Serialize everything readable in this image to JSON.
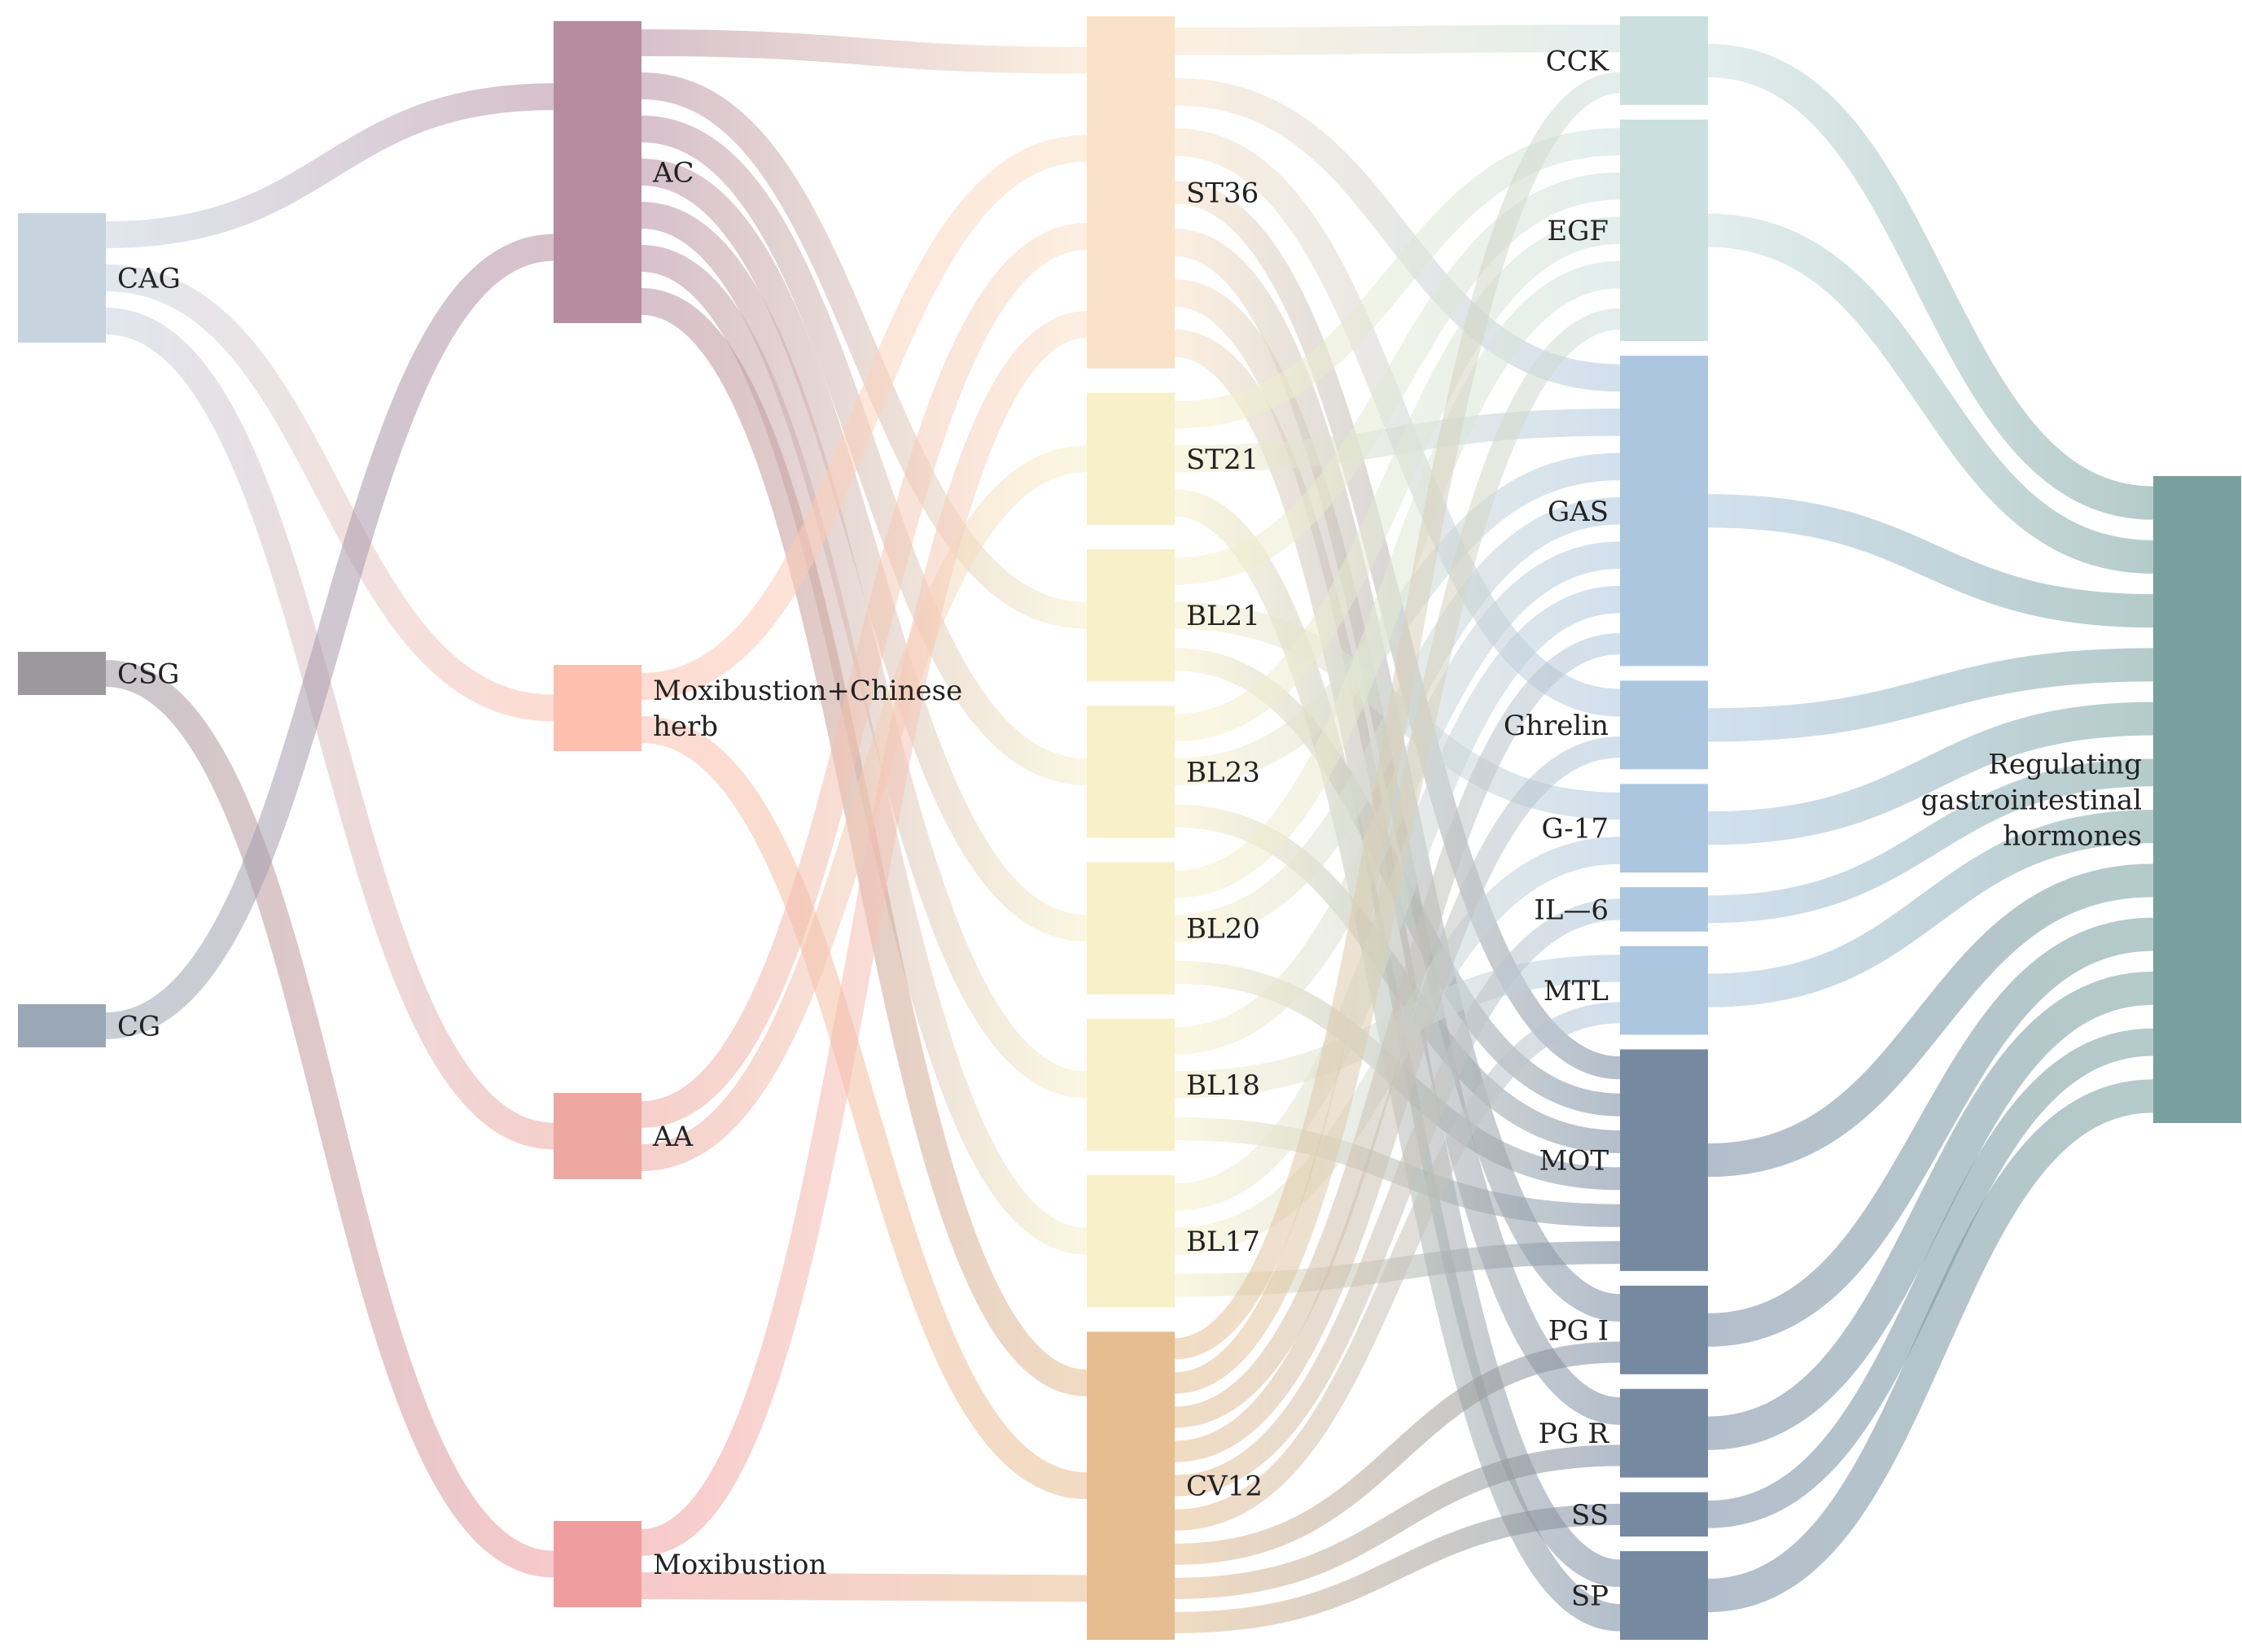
{
  "diagram": {
    "type": "sankey",
    "columns": [
      {
        "label_side": "right",
        "nodes": [
          {
            "id": "CAG",
            "label": "CAG",
            "color": "#c8d3e0",
            "weight": 3
          },
          {
            "id": "CSG",
            "label": "CSG",
            "color": "#9d979e",
            "weight": 1
          },
          {
            "id": "CG",
            "label": "CG",
            "color": "#9aa7b5",
            "weight": 1
          }
        ]
      },
      {
        "label_side": "right",
        "nodes": [
          {
            "id": "AC",
            "label": "AC",
            "color": "#b68da0",
            "weight": 7
          },
          {
            "id": "MCH",
            "label": "Moxibustion+Chinese herb",
            "color": "#fdbfae",
            "weight": 2
          },
          {
            "id": "AA",
            "label": "AA",
            "color": "#eda8a1",
            "weight": 2
          },
          {
            "id": "MOX",
            "label": "Moxibustion",
            "color": "#f09d9f",
            "weight": 2
          }
        ]
      },
      {
        "label_side": "right",
        "nodes": [
          {
            "id": "ST36",
            "label": "ST36",
            "color": "#f9e2c7",
            "weight": 8
          },
          {
            "id": "ST21",
            "label": "ST21",
            "color": "#f8f0c9",
            "weight": 3
          },
          {
            "id": "BL21",
            "label": "BL21",
            "color": "#f8f0c9",
            "weight": 3
          },
          {
            "id": "BL23",
            "label": "BL23",
            "color": "#f8f0c9",
            "weight": 3
          },
          {
            "id": "BL20",
            "label": "BL20",
            "color": "#f8f0c9",
            "weight": 3
          },
          {
            "id": "BL18",
            "label": "BL18",
            "color": "#f8f0c9",
            "weight": 3
          },
          {
            "id": "BL17",
            "label": "BL17",
            "color": "#f8f0c9",
            "weight": 3
          },
          {
            "id": "CV12",
            "label": "CV12",
            "color": "#e6bd90",
            "weight": 7
          }
        ]
      },
      {
        "label_side": "left",
        "nodes": [
          {
            "id": "CCK",
            "label": "CCK",
            "color": "#cbe0de",
            "weight": 2
          },
          {
            "id": "EGF",
            "label": "EGF",
            "color": "#cbe0de",
            "weight": 5
          },
          {
            "id": "GAS",
            "label": "GAS",
            "color": "#acc6df",
            "weight": 7
          },
          {
            "id": "Ghrelin",
            "label": "Ghrelin",
            "color": "#acc6df",
            "weight": 2
          },
          {
            "id": "G17",
            "label": "G-17",
            "color": "#acc6df",
            "weight": 2
          },
          {
            "id": "IL6",
            "label": "IL—6",
            "color": "#acc6df",
            "weight": 1
          },
          {
            "id": "MTL",
            "label": "MTL",
            "color": "#acc6df",
            "weight": 2
          },
          {
            "id": "MOT",
            "label": "MOT",
            "color": "#7589a1",
            "weight": 5
          },
          {
            "id": "PGI",
            "label": "PG I",
            "color": "#7589a1",
            "weight": 2
          },
          {
            "id": "PGR",
            "label": "PG R",
            "color": "#7589a1",
            "weight": 2
          },
          {
            "id": "SS",
            "label": "SS",
            "color": "#7589a1",
            "weight": 1
          },
          {
            "id": "SP",
            "label": "SP",
            "color": "#7589a1",
            "weight": 2
          }
        ]
      },
      {
        "label_side": "left",
        "nodes": [
          {
            "id": "RGH",
            "label": "Regulating gastrointestinal hormones",
            "color": "#78a09f",
            "weight": 15
          }
        ]
      }
    ],
    "links": [
      {
        "source": "CAG",
        "target": "AC",
        "value": 1
      },
      {
        "source": "CAG",
        "target": "MCH",
        "value": 1
      },
      {
        "source": "CAG",
        "target": "AA",
        "value": 1
      },
      {
        "source": "CSG",
        "target": "MOX",
        "value": 1
      },
      {
        "source": "CG",
        "target": "AC",
        "value": 1
      },
      {
        "source": "AC",
        "target": "ST36",
        "value": 1
      },
      {
        "source": "AC",
        "target": "BL21",
        "value": 1
      },
      {
        "source": "AC",
        "target": "BL23",
        "value": 1
      },
      {
        "source": "AC",
        "target": "BL20",
        "value": 1
      },
      {
        "source": "AC",
        "target": "BL18",
        "value": 1
      },
      {
        "source": "AC",
        "target": "BL17",
        "value": 1
      },
      {
        "source": "AC",
        "target": "CV12",
        "value": 1
      },
      {
        "source": "MCH",
        "target": "ST36",
        "value": 1
      },
      {
        "source": "MCH",
        "target": "CV12",
        "value": 1
      },
      {
        "source": "AA",
        "target": "ST36",
        "value": 1
      },
      {
        "source": "AA",
        "target": "ST21",
        "value": 1
      },
      {
        "source": "MOX",
        "target": "ST36",
        "value": 1
      },
      {
        "source": "MOX",
        "target": "CV12",
        "value": 1
      },
      {
        "source": "ST36",
        "target": "CCK",
        "value": 1
      },
      {
        "source": "ST36",
        "target": "GAS",
        "value": 1
      },
      {
        "source": "ST36",
        "target": "Ghrelin",
        "value": 1
      },
      {
        "source": "ST36",
        "target": "MOT",
        "value": 1
      },
      {
        "source": "ST36",
        "target": "PGI",
        "value": 1
      },
      {
        "source": "ST36",
        "target": "PGR",
        "value": 1
      },
      {
        "source": "ST36",
        "target": "SP",
        "value": 1
      },
      {
        "source": "ST21",
        "target": "EGF",
        "value": 1
      },
      {
        "source": "ST21",
        "target": "GAS",
        "value": 1
      },
      {
        "source": "ST21",
        "target": "SP",
        "value": 1
      },
      {
        "source": "BL21",
        "target": "EGF",
        "value": 1
      },
      {
        "source": "BL21",
        "target": "G17",
        "value": 1
      },
      {
        "source": "BL21",
        "target": "MOT",
        "value": 1
      },
      {
        "source": "BL23",
        "target": "EGF",
        "value": 1
      },
      {
        "source": "BL23",
        "target": "GAS",
        "value": 1
      },
      {
        "source": "BL23",
        "target": "MOT",
        "value": 1
      },
      {
        "source": "BL20",
        "target": "EGF",
        "value": 1
      },
      {
        "source": "BL20",
        "target": "GAS",
        "value": 1
      },
      {
        "source": "BL20",
        "target": "MOT",
        "value": 1
      },
      {
        "source": "BL18",
        "target": "GAS",
        "value": 1
      },
      {
        "source": "BL18",
        "target": "MTL",
        "value": 1
      },
      {
        "source": "BL18",
        "target": "MOT",
        "value": 1
      },
      {
        "source": "BL17",
        "target": "GAS",
        "value": 1
      },
      {
        "source": "BL17",
        "target": "G17",
        "value": 1
      },
      {
        "source": "BL17",
        "target": "MOT",
        "value": 1
      },
      {
        "source": "CV12",
        "target": "CCK",
        "value": 1
      },
      {
        "source": "CV12",
        "target": "EGF",
        "value": 1
      },
      {
        "source": "CV12",
        "target": "GAS",
        "value": 1
      },
      {
        "source": "CV12",
        "target": "Ghrelin",
        "value": 1
      },
      {
        "source": "CV12",
        "target": "IL6",
        "value": 1
      },
      {
        "source": "CV12",
        "target": "MTL",
        "value": 1
      },
      {
        "source": "CV12",
        "target": "PGI",
        "value": 1
      },
      {
        "source": "CV12",
        "target": "PGR",
        "value": 1
      },
      {
        "source": "CV12",
        "target": "SS",
        "value": 1
      },
      {
        "source": "CCK",
        "target": "RGH",
        "value": 1
      },
      {
        "source": "EGF",
        "target": "RGH",
        "value": 1
      },
      {
        "source": "GAS",
        "target": "RGH",
        "value": 1
      },
      {
        "source": "Ghrelin",
        "target": "RGH",
        "value": 1
      },
      {
        "source": "G17",
        "target": "RGH",
        "value": 1
      },
      {
        "source": "IL6",
        "target": "RGH",
        "value": 1
      },
      {
        "source": "MTL",
        "target": "RGH",
        "value": 1
      },
      {
        "source": "MOT",
        "target": "RGH",
        "value": 1
      },
      {
        "source": "PGI",
        "target": "RGH",
        "value": 1
      },
      {
        "source": "PGR",
        "target": "RGH",
        "value": 1
      },
      {
        "source": "SS",
        "target": "RGH",
        "value": 1
      },
      {
        "source": "SP",
        "target": "RGH",
        "value": 1
      }
    ]
  }
}
